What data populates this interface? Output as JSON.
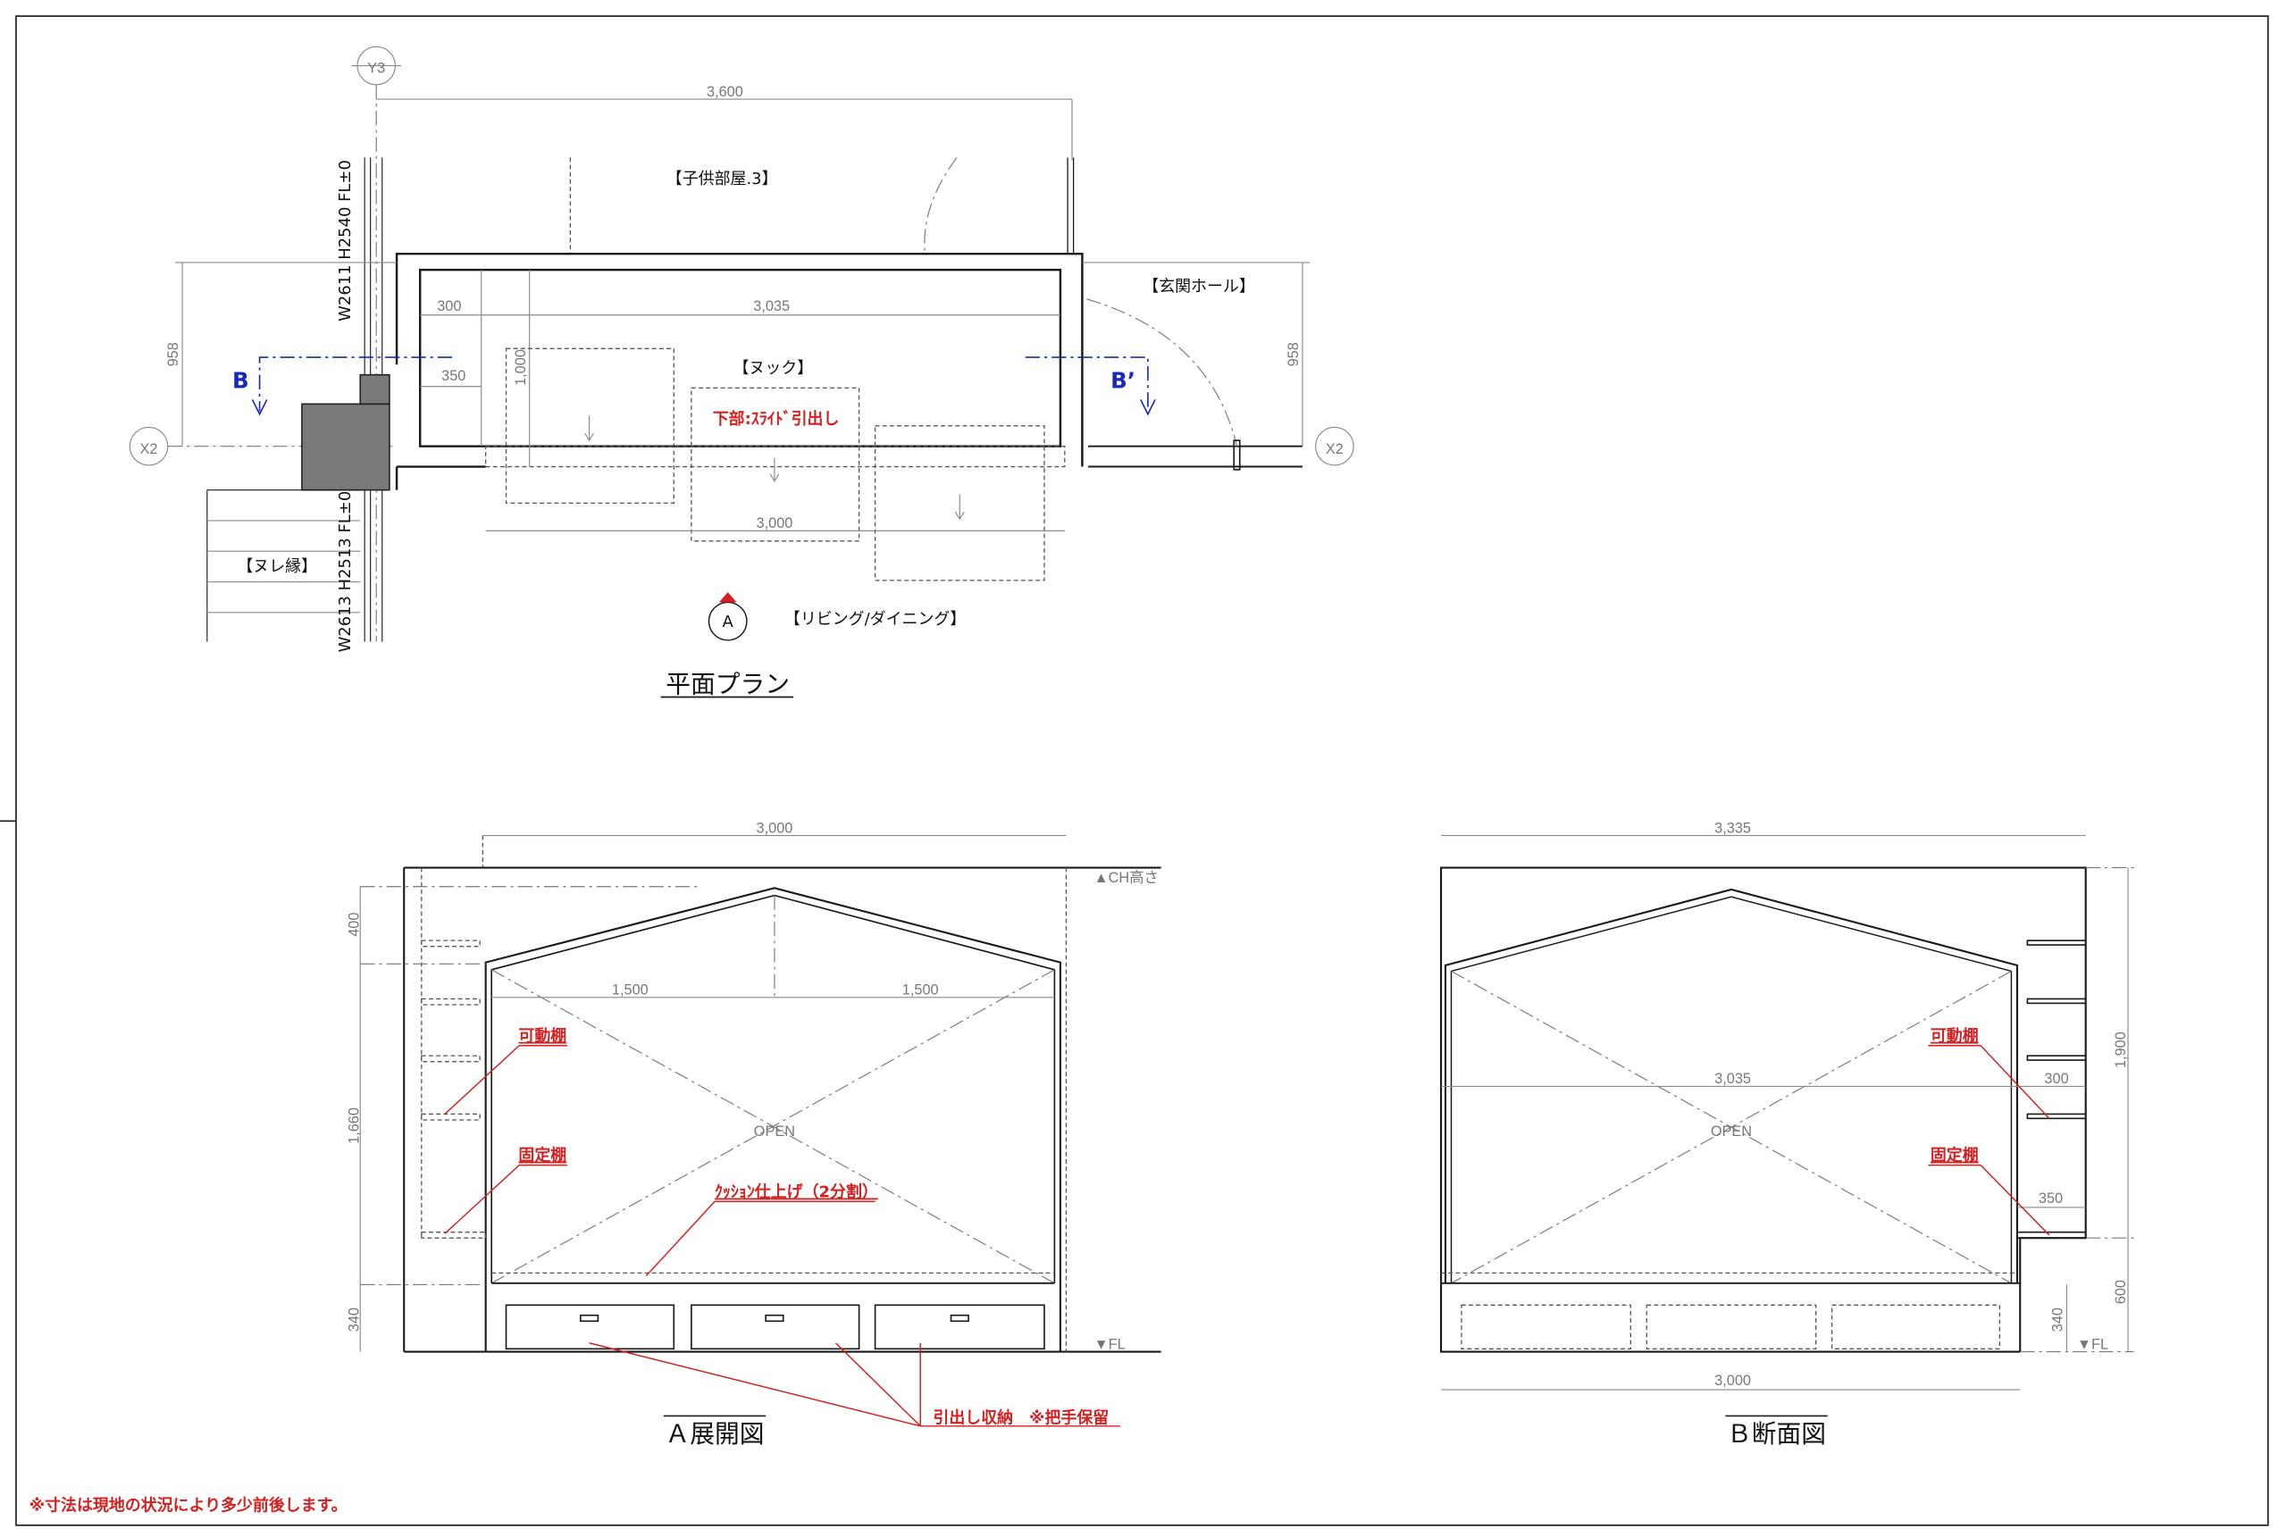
{
  "plan": {
    "title": "平面プラン",
    "grid_y3": "Y3",
    "grid_x2_left": "X2",
    "grid_x2_right": "X2",
    "dim_total": "3,600",
    "dim_inner": "3,035",
    "dim_300": "300",
    "dim_350": "350",
    "dim_1000": "1,000",
    "dim_3000": "3,000",
    "dim_958_left": "958",
    "dim_958_right": "958",
    "room_kids": "【子供部屋.3】",
    "room_entrance": "【玄関ホール】",
    "room_nook": "【ヌック】",
    "room_deck": "【ヌレ縁】",
    "room_living": "【リビング/ダイニング】",
    "drawer_note": "下部:ｽﾗｲﾄﾞ引出し",
    "section_b": "B",
    "section_b_prime": "B’",
    "view_marker": "A",
    "window_upper": "W2611 H2540 FL±0",
    "window_lower": "W2613 H2513 FL±0"
  },
  "elevation_a": {
    "title": "Ａ展開図",
    "dim_width": "3,000",
    "dim_half_left": "1,500",
    "dim_half_right": "1,500",
    "dim_400": "400",
    "dim_1660": "1,660",
    "dim_340": "340",
    "ch_label": "▲CH高さ",
    "fl_label": "▼FL",
    "open_label": "OPEN",
    "movable_shelf": "可動棚",
    "fixed_shelf": "固定棚",
    "cushion_note": "ｸｯｼｮﾝ仕上げ（2分割）",
    "drawer_note": "引出し収納　※把手保留"
  },
  "section_b": {
    "title": "Ｂ断面図",
    "dim_width": "3,335",
    "dim_inner": "3,035",
    "dim_bottom": "3,000",
    "dim_300": "300",
    "dim_350": "350",
    "dim_1900": "1,900",
    "dim_600": "600",
    "dim_340": "340",
    "fl_label": "▼FL",
    "open_label": "OPEN",
    "movable_shelf": "可動棚",
    "fixed_shelf": "固定棚"
  },
  "footnote": "※寸法は現地の状況により多少前後します。",
  "colors": {
    "accent_red": "#d42020",
    "section_blue": "#1a2ab8"
  }
}
